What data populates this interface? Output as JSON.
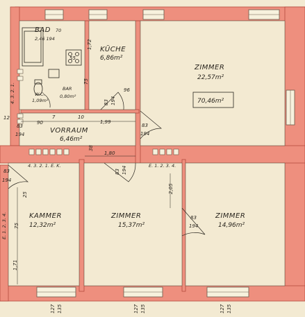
{
  "colors": {
    "paper": "#f3ead2",
    "wall_fill": "#ee8f7e",
    "wall_line": "#b54a3f",
    "ink": "#2a261f",
    "window_fill": "#f7f1dd"
  },
  "rooms": {
    "bad": {
      "name": "BAD",
      "dims": "70",
      "dims2": "2,46 194"
    },
    "kueche": {
      "name": "KÜCHE",
      "area": "6,86m²"
    },
    "zimmer_top": {
      "name": "ZIMMER",
      "area": "22,57m²",
      "box": "70,46m²"
    },
    "wc": {
      "name": "W.C.",
      "area": "1,09m²"
    },
    "bar": {
      "name": "BAR",
      "area": "0,80m²"
    },
    "vorraum": {
      "name": "VORRAUM",
      "area": "6,46m²"
    },
    "kammer": {
      "name": "KAMMER",
      "area": "12,32m²"
    },
    "zimmer_mid": {
      "name": "ZIMMER",
      "area": "15,37m²"
    },
    "zimmer_right": {
      "name": "ZIMMER",
      "area": "14,96m²"
    }
  },
  "dimensions": {
    "d_172": "1,72",
    "d_55": "55",
    "d_75": "75",
    "d_96": "96",
    "d_83a": "83",
    "d_194a": "194",
    "d_90": "90",
    "d_7": "7",
    "d_10": "10",
    "d_199": "1,99",
    "d_83b": "83",
    "d_194b": "194",
    "d_83c": "83",
    "d_194c": "194",
    "d_12": "12",
    "d_180": "1,80",
    "d_38": "38",
    "d_83d": "83",
    "d_194d": "194",
    "d_205": "2,05",
    "d_83e": "83",
    "d_194e": "194",
    "d_83f": "83",
    "d_194f": "194",
    "d_25": "25",
    "d_75b": "75",
    "d_171": "1,71",
    "d_127a": "127",
    "d_135a": "135",
    "d_127b": "127",
    "d_135b": "135",
    "d_127c": "127",
    "d_135c": "135"
  },
  "labels": {
    "floors_left": "4. 3. 2. 1. E. K.",
    "floors_right": "E. 1. 2. 3. 4.",
    "floors_side": "4. 3. 2. 1.",
    "floors_kammer": "E. 1. 2. 3. 4."
  }
}
